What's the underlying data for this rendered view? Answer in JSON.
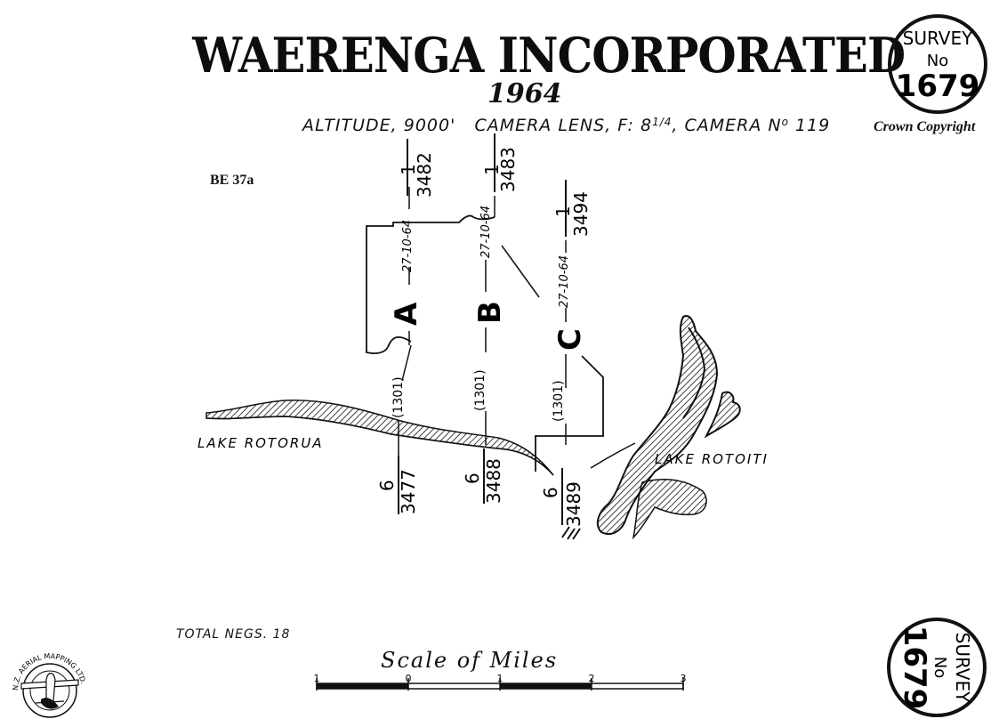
{
  "header": {
    "title": "WAERENGA INCORPORATED",
    "year": "1964",
    "meta_altitude": "ALTITUDE, 9000'",
    "meta_lens": "CAMERA LENS, F: 8",
    "meta_lens_frac": "1/4",
    "meta_camera": ", CAMERA N",
    "meta_camera_sup": "o",
    "meta_camera_num": "119",
    "copyright": "Crown Copyright",
    "reference": "BE 37a"
  },
  "stamp_top": {
    "line1": "SURVEY",
    "line2": "No",
    "line3": "1679"
  },
  "stamp_bottom": {
    "line1": "SURVEY",
    "line2": "No",
    "line3": "1679"
  },
  "map": {
    "lake_rotorua": "LAKE ROTORUA",
    "lake_rotoiti": "LAKE ROTOITI",
    "runs": [
      {
        "letter": "A",
        "date": "27-10-64",
        "top_num": "1",
        "top_den": "3482",
        "bottom_num": "6",
        "bottom_den": "3477",
        "code": "(1301)"
      },
      {
        "letter": "B",
        "date": "27-10-64",
        "top_num": "1",
        "top_den": "3483",
        "bottom_num": "6",
        "bottom_den": "3488",
        "code": "(1301)"
      },
      {
        "letter": "C",
        "date": "27-10-64",
        "top_num": "1",
        "top_den": "3494",
        "bottom_num": "6",
        "bottom_den": "3489",
        "code": "(1301)"
      }
    ]
  },
  "footer": {
    "total_negs": "TOTAL NEGS. 18",
    "scale_title": "Scale of Miles",
    "scale_ticks": [
      "1",
      "0",
      "1",
      "2",
      "3"
    ],
    "logo_text": "N.Z. AERIAL MAPPING LTD."
  }
}
